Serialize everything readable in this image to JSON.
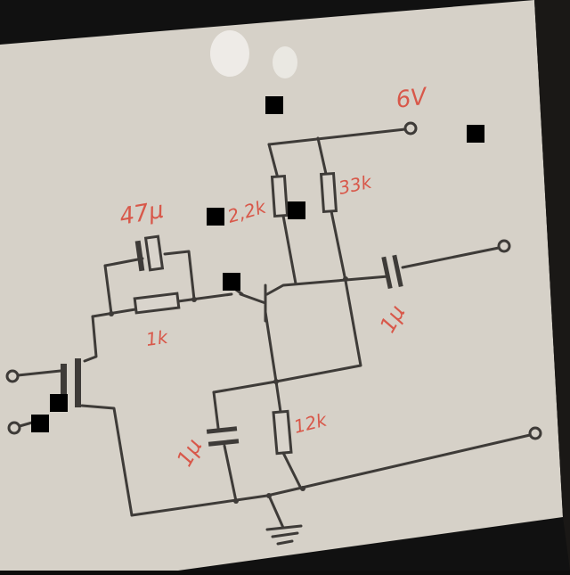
{
  "labels": {
    "supply": "6V",
    "r_collector": "2,2k",
    "r_bias_top": "33k",
    "c_feedback": "47μ",
    "r_feedback": "1k",
    "c_out": "1μ",
    "c_emitter": "1μ",
    "r_emitter": "12k"
  }
}
